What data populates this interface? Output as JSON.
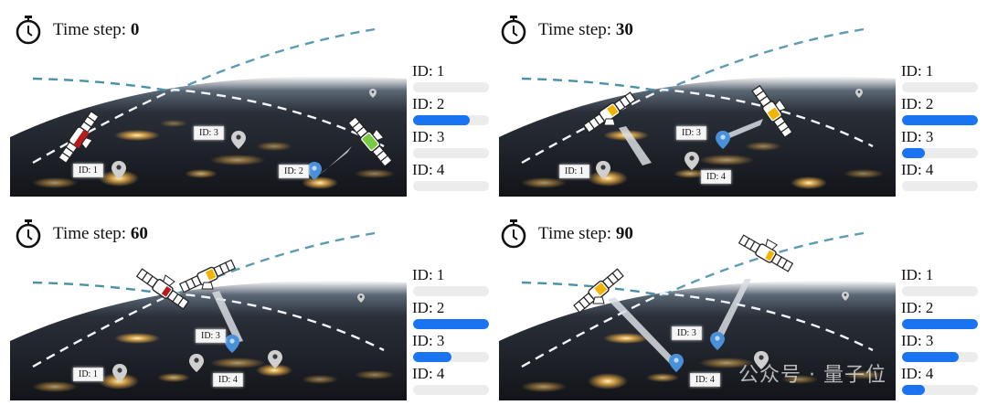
{
  "panels": [
    {
      "title_prefix": "Time step: ",
      "time_step": "0",
      "progress": [
        {
          "label": "ID: 1",
          "percent": 0
        },
        {
          "label": "ID: 2",
          "percent": 75
        },
        {
          "label": "ID: 3",
          "percent": 0
        },
        {
          "label": "ID: 4",
          "percent": 0
        }
      ],
      "location_tags": [
        "ID: 1",
        "ID: 2",
        "ID: 3"
      ]
    },
    {
      "title_prefix": "Time step: ",
      "time_step": "30",
      "progress": [
        {
          "label": "ID: 1",
          "percent": 0
        },
        {
          "label": "ID: 2",
          "percent": 100
        },
        {
          "label": "ID: 3",
          "percent": 30
        },
        {
          "label": "ID: 4",
          "percent": 0
        }
      ],
      "location_tags": [
        "ID: 1",
        "ID: 3",
        "ID: 4"
      ]
    },
    {
      "title_prefix": "Time step: ",
      "time_step": "60",
      "progress": [
        {
          "label": "ID: 1",
          "percent": 0
        },
        {
          "label": "ID: 2",
          "percent": 100
        },
        {
          "label": "ID: 3",
          "percent": 50
        },
        {
          "label": "ID: 4",
          "percent": 0
        }
      ],
      "location_tags": [
        "ID: 1",
        "ID: 3",
        "ID: 4"
      ]
    },
    {
      "title_prefix": "Time step: ",
      "time_step": "90",
      "progress": [
        {
          "label": "ID: 1",
          "percent": 0
        },
        {
          "label": "ID: 2",
          "percent": 100
        },
        {
          "label": "ID: 3",
          "percent": 75
        },
        {
          "label": "ID: 4",
          "percent": 30
        }
      ],
      "location_tags": [
        "ID: 3",
        "ID: 4"
      ]
    }
  ],
  "colors": {
    "progress_fill": "#1a73f0",
    "progress_track": "#ececec",
    "orbit_blue": "#4a90aa",
    "orbit_white": "#ffffff",
    "battery_green": "#7ac943",
    "battery_red": "#b71c1c",
    "battery_yellow": "#f2b400",
    "pin_blue": "#4a90d9",
    "pin_gray": "#cfcfcf"
  },
  "watermark": "公众号 · 量子位"
}
